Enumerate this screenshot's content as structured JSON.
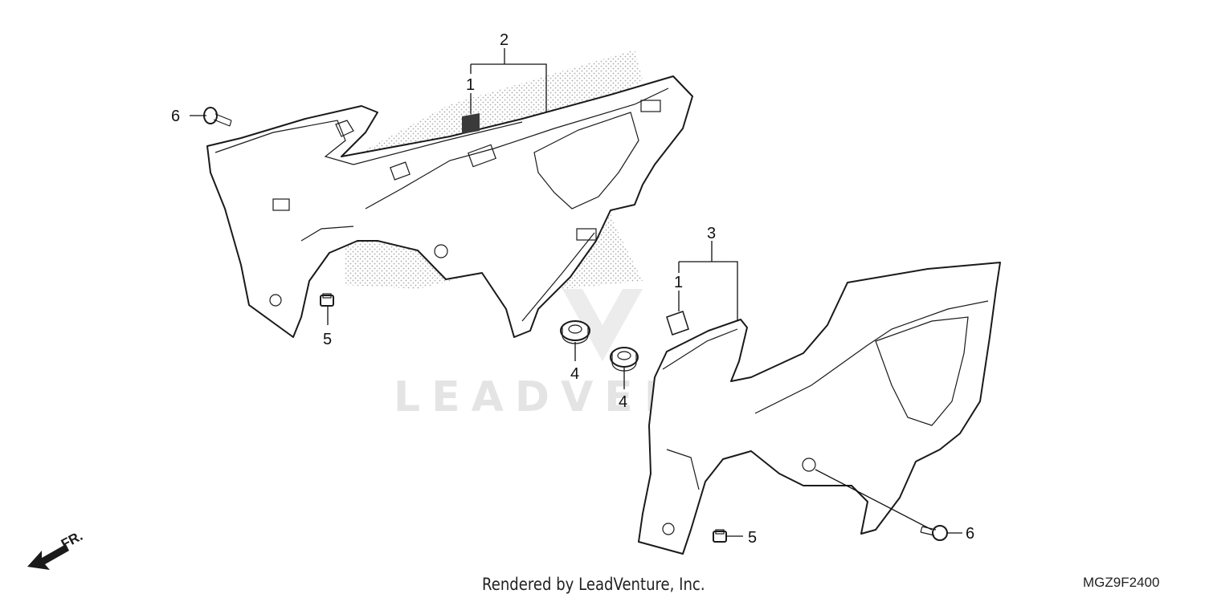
{
  "watermark": "LEADVENTURE",
  "front_indicator": "FR.",
  "footer": {
    "credit": "Rendered by LeadVenture, Inc.",
    "diagram_code": "MGZ9F2400"
  },
  "callouts": {
    "left_bolt": "6",
    "right_bolt": "6",
    "left_nut": "5",
    "right_nut": "5",
    "left_emblem": "1",
    "right_emblem": "1",
    "left_cover_assy": "2",
    "right_cover_assy": "3",
    "grommet_a": "4",
    "grommet_b": "4"
  }
}
